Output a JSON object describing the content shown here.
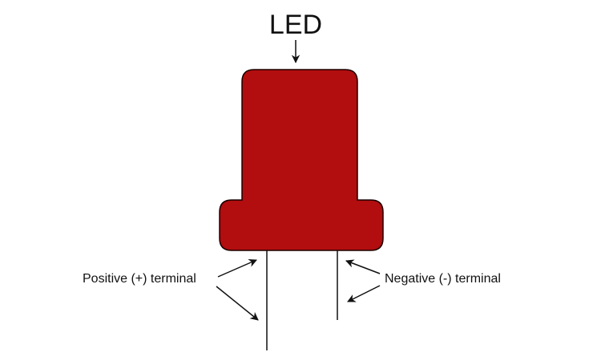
{
  "diagram": {
    "title": "LED",
    "positive_label": "Positive (+) terminal",
    "negative_label": "Negative (-) terminal",
    "body_color": "#b20d0f"
  }
}
